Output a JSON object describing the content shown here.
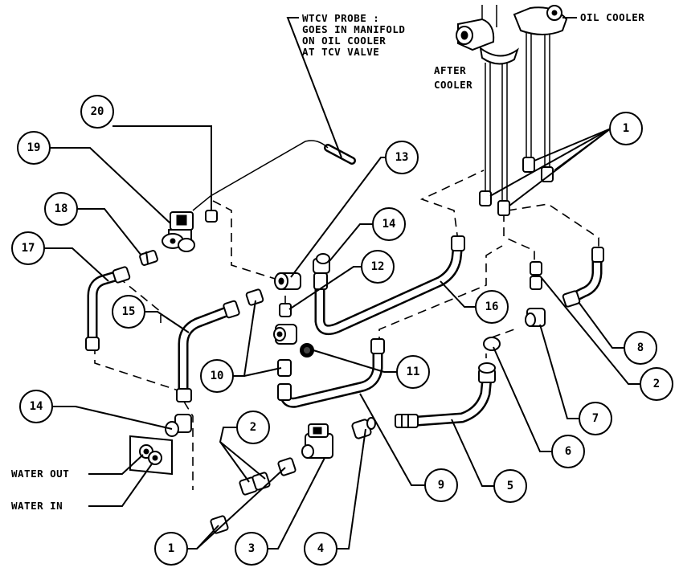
{
  "annotations": {
    "wtcv_probe": [
      "WTCV PROBE :",
      "GOES IN MANIFOLD",
      "ON OIL COOLER",
      "AT TCV VALVE"
    ],
    "oil_cooler": "OIL COOLER",
    "after_cooler": [
      "AFTER",
      "COOLER"
    ],
    "water_out": "WATER OUT",
    "water_in": "WATER IN"
  },
  "callouts": {
    "c20": "20",
    "c19": "19",
    "c18": "18",
    "c17": "17",
    "c13": "13",
    "c14a": "14",
    "c12": "12",
    "c15": "15",
    "c16": "16",
    "c10": "10",
    "c11": "11",
    "c1a": "1",
    "c8": "8",
    "c2a": "2",
    "c7": "7",
    "c6": "6",
    "c14b": "14",
    "c2b": "2",
    "c9": "9",
    "c5": "5",
    "c1b": "1",
    "c3": "3",
    "c4": "4"
  }
}
